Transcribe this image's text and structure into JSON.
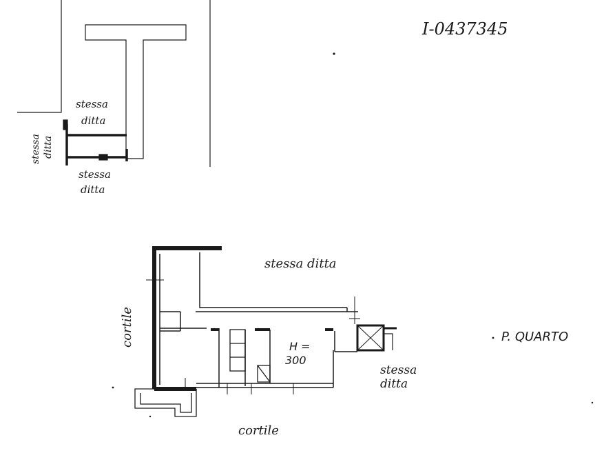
{
  "document_id": "I-0437345",
  "floor_label": "P. QUARTO",
  "labels": {
    "site_stessa_top": [
      "stessa",
      "ditta"
    ],
    "site_stessa_left": [
      "stessa",
      "ditta"
    ],
    "site_stessa_bottom": [
      "stessa",
      "ditta"
    ],
    "plan_stessa_top": "stessa ditta",
    "plan_stessa_right": [
      "stessa",
      "ditta"
    ],
    "cortile_left": "cortile",
    "cortile_bottom": "cortile",
    "height_label": "H =",
    "height_value": "300"
  },
  "colors": {
    "ink": "#1a1a1a",
    "paper": "#ffffff"
  }
}
